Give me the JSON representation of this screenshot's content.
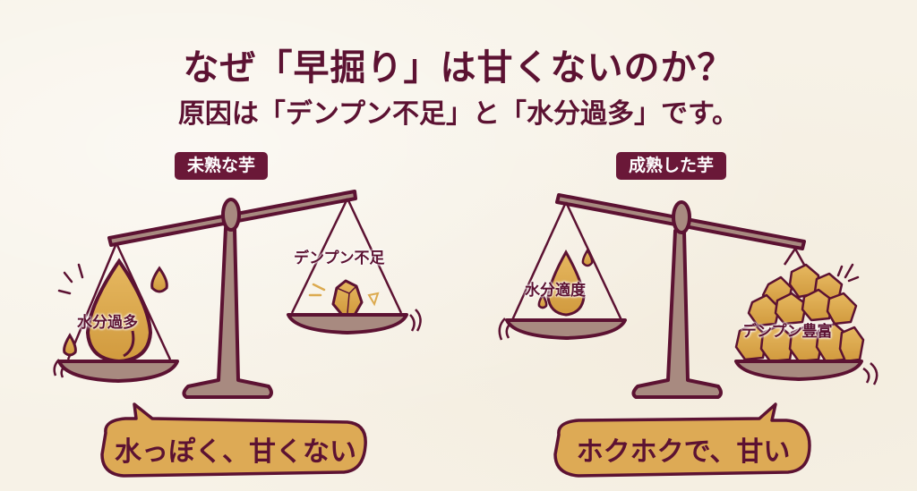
{
  "header": {
    "title": "なぜ「早掘り」は甘くないのか？",
    "subtitle": "原因は「デンプン不足」と「水分過多」です。"
  },
  "panels": [
    {
      "badge": "未熟な芋",
      "heavy_side_label": "水分過多",
      "light_side_label": "デンプン不足",
      "bubble": "水っぽく、甘くない"
    },
    {
      "badge": "成熟した芋",
      "light_side_label": "水分適度",
      "heavy_side_label": "デンプン豊富",
      "bubble": "ホクホクで、甘い"
    }
  ],
  "colors": {
    "background": "#f7f2e7",
    "text_primary": "#5c1232",
    "badge_bg": "#6a1838",
    "scale_fill": "#a88a80",
    "gold": "#dcaa4f",
    "outline": "#5c1232"
  },
  "icons": {
    "water-drop": "water droplet",
    "starch-crystal": "starch crystal",
    "balance-scale": "balance scale"
  }
}
